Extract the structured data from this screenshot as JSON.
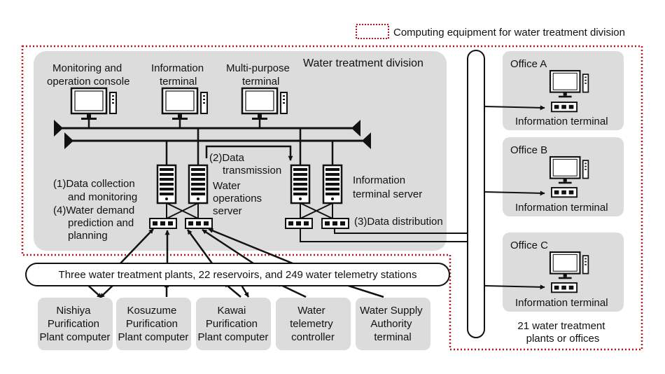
{
  "legend": {
    "text": "Computing equipment for water treatment division"
  },
  "division": {
    "title": "Water treatment division",
    "terminals": [
      {
        "lines": [
          "Monitoring and",
          "operation console"
        ]
      },
      {
        "lines": [
          "Information",
          "terminal"
        ]
      },
      {
        "lines": [
          "Multi-purpose",
          "terminal"
        ]
      }
    ],
    "labels": {
      "data_transmission": [
        "(2)Data",
        "transmission"
      ],
      "data_collection": [
        "(1)Data collection",
        "and monitoring"
      ],
      "water_demand": [
        "(4)Water demand",
        "prediction and",
        "planning"
      ],
      "water_operations_server": [
        "Water",
        "operations",
        "server"
      ],
      "info_terminal_server": [
        "Information",
        "terminal server"
      ],
      "data_distribution": "(3)Data distribution"
    }
  },
  "plants_banner": "Three water treatment plants, 22 reservoirs, and 249 water telemetry stations",
  "plant_computers": [
    {
      "lines": [
        "Nishiya",
        "Purification",
        "Plant computer"
      ]
    },
    {
      "lines": [
        "Kosuzume",
        "Purification",
        "Plant computer"
      ]
    },
    {
      "lines": [
        "Kawai",
        "Purification",
        "Plant computer"
      ]
    },
    {
      "lines": [
        "Water",
        "telemetry",
        "controller"
      ]
    },
    {
      "lines": [
        "Water Supply",
        "Authority",
        "terminal"
      ]
    }
  ],
  "offices": [
    {
      "name": "Office A",
      "terminal": "Information terminal"
    },
    {
      "name": "Office B",
      "terminal": "Information terminal"
    },
    {
      "name": "Office C",
      "terminal": "Information terminal"
    }
  ],
  "offices_footer": [
    "21 water treatment",
    "plants or offices"
  ],
  "colors": {
    "panel": "#dcdcdc",
    "line": "#111111",
    "dashed_border": "#c0121c"
  }
}
